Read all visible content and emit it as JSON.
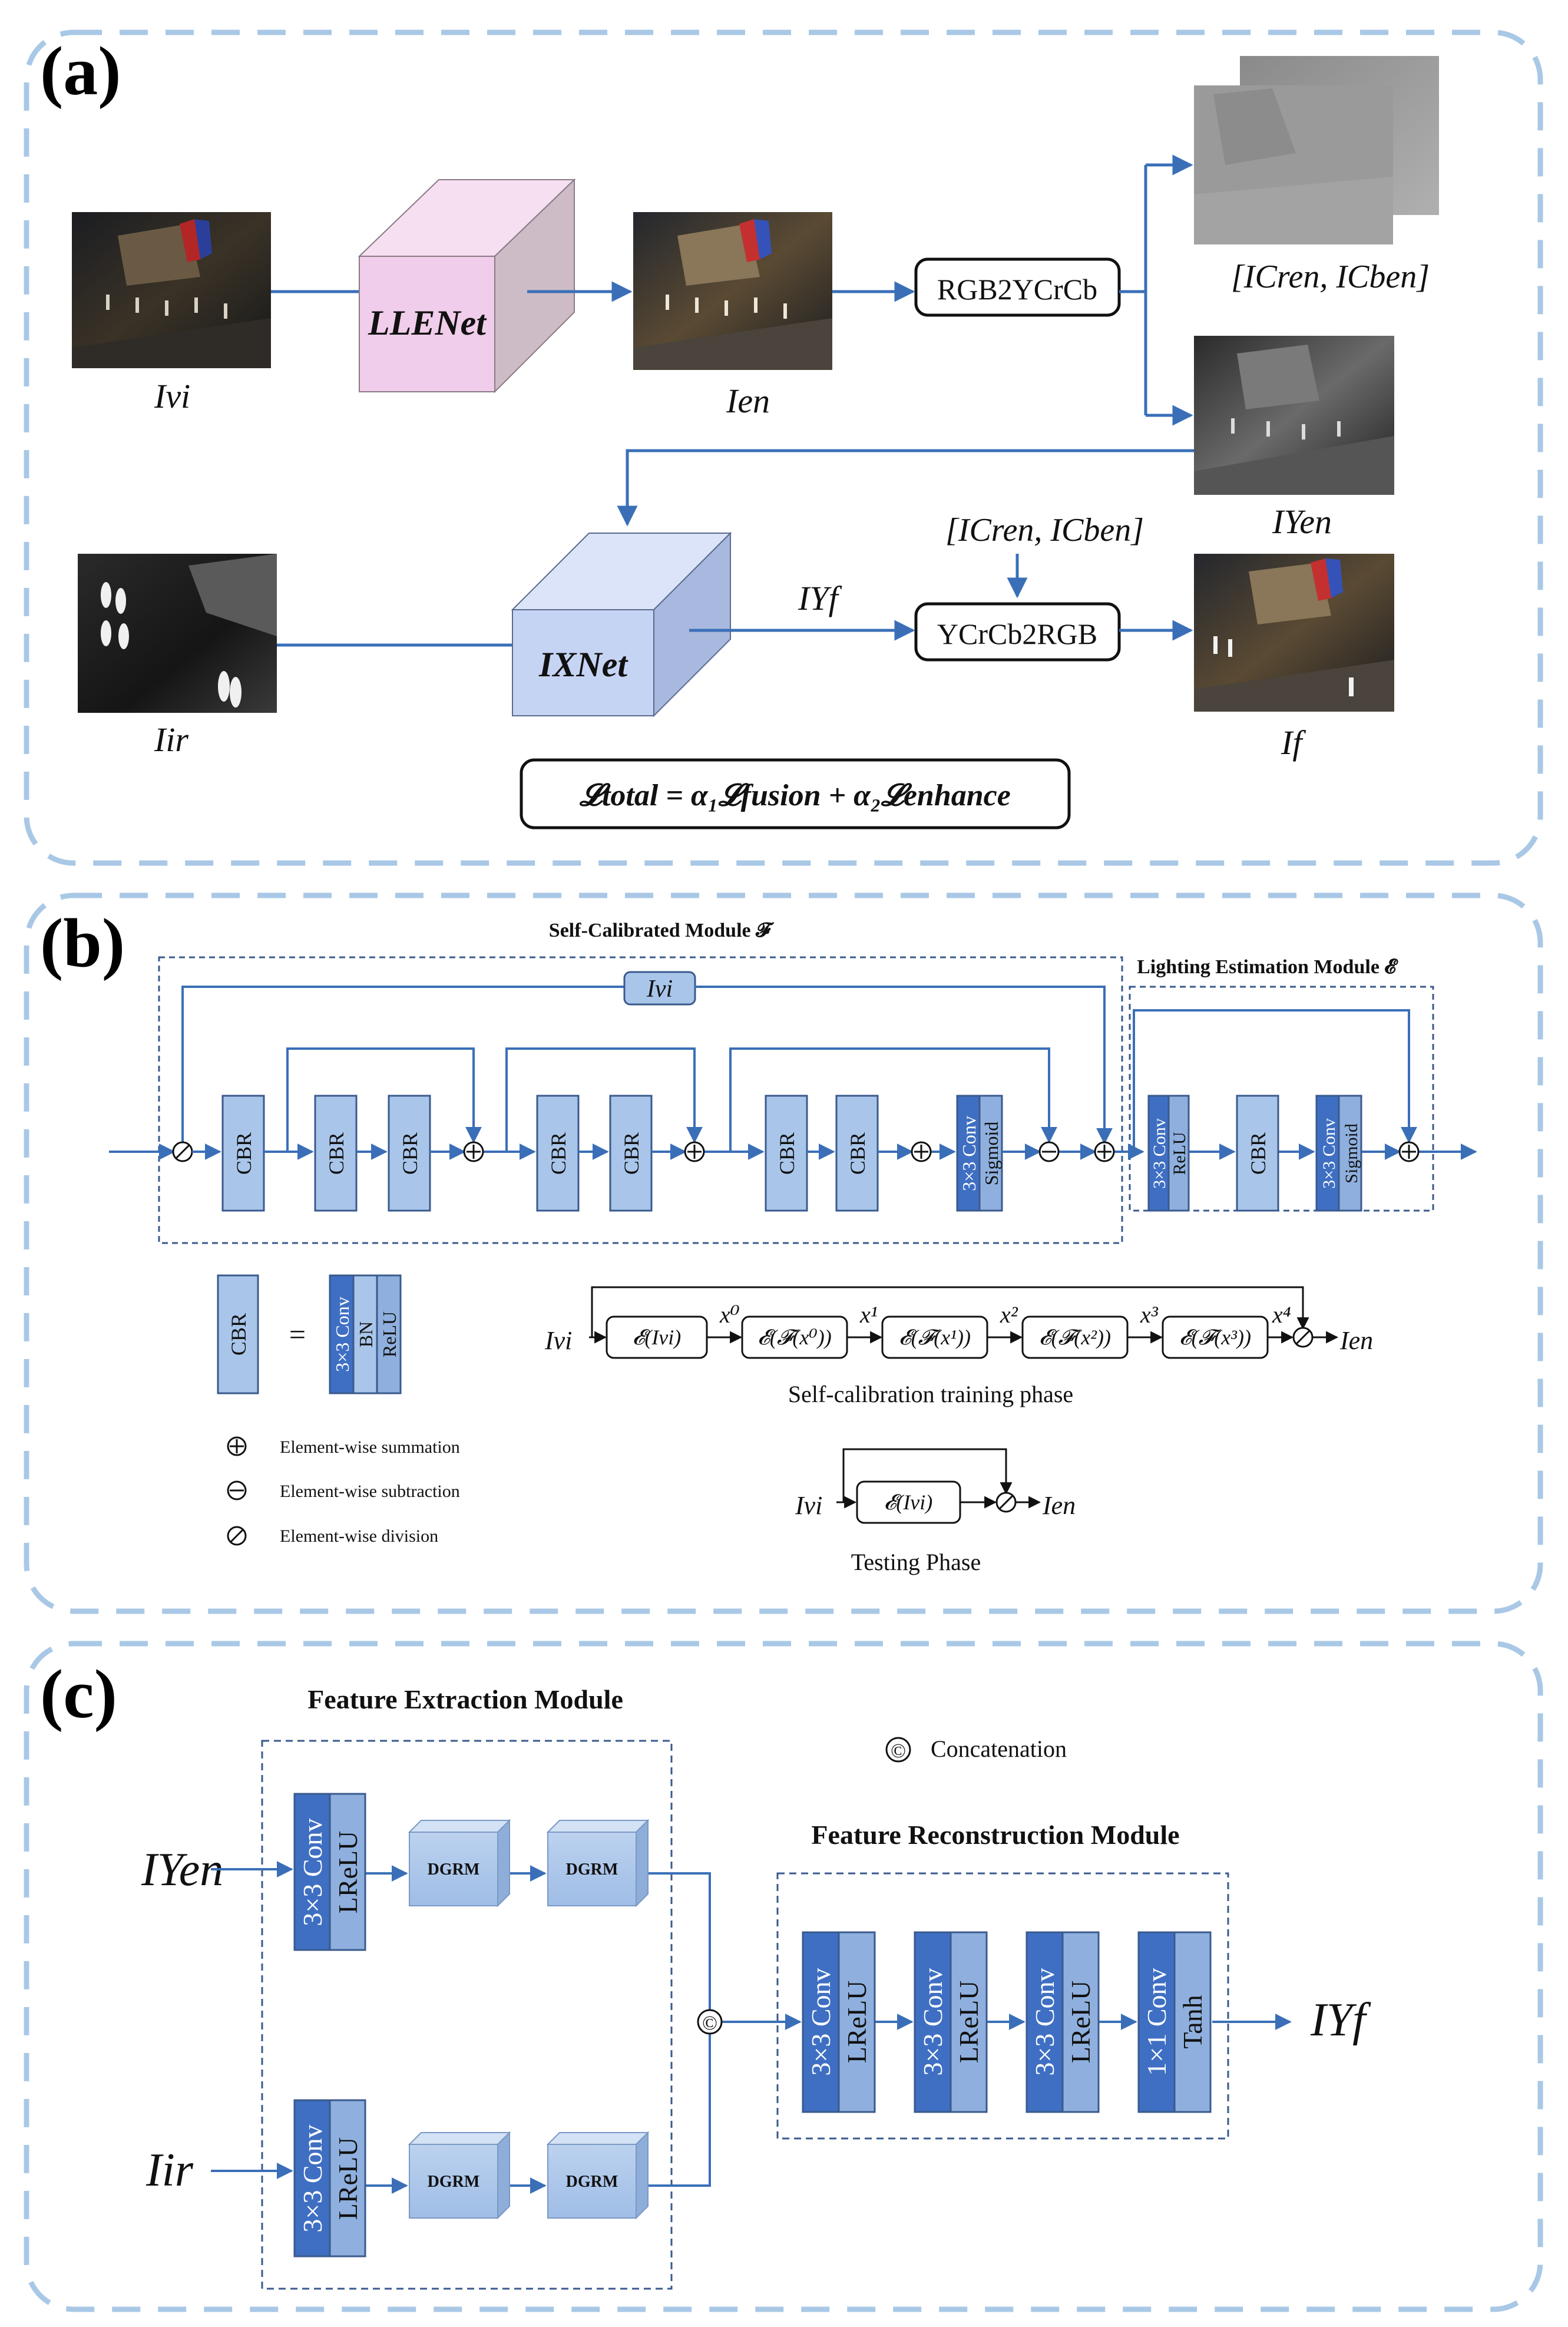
{
  "panel_a": {
    "letter": "(a)",
    "llenet": "LLENet",
    "ixnet": "IXNet",
    "rgb2ycrcb": "RGB2YCrCb",
    "ycrcb2rgb": "YCrCb2RGB",
    "loss": "𝓛total = α₁𝓛fusion + α₂𝓛enhance",
    "labels": {
      "i_vi": "Ivi",
      "i_en": "Ien",
      "i_ir": "Iir",
      "i_f": "If",
      "i_en_y": "IYen",
      "i_f_y": "IYf",
      "crcb_top": "[ICren, ICben]",
      "crcb_mid": "[ICren, ICben]"
    },
    "images": [
      "visible-image-icon",
      "enhanced-image-icon",
      "infrared-image-icon",
      "fused-image-icon",
      "crcb-channels-icon",
      "y-channel-icon"
    ]
  },
  "panel_b": {
    "letter": "(b)",
    "scm_title": "Self-Calibrated Module 𝓕",
    "lem_title": "Lighting Estimation Module 𝓔",
    "ivi_tag": "Ivi",
    "cbr": "CBR",
    "conv3": "3×3 Conv",
    "sigmoid": "Sigmoid",
    "relu": "ReLU",
    "bn": "BN",
    "equals": "=",
    "legend": [
      {
        "symbol": "⊕",
        "text": "Element-wise summation"
      },
      {
        "symbol": "⊖",
        "text": "Element-wise subtraction"
      },
      {
        "symbol": "⊘",
        "text": "Element-wise division"
      }
    ],
    "train_boxes": [
      "𝓔(Ivi)",
      "𝓔(𝓕(x⁰))",
      "𝓔(𝓕(x¹))",
      "𝓔(𝓕(x²))",
      "𝓔(𝓕(x³))"
    ],
    "train_x": [
      "x⁰",
      "x¹",
      "x²",
      "x³",
      "x⁴"
    ],
    "train_in": "Ivi",
    "train_out": "Ien",
    "train_caption": "Self-calibration training phase",
    "test_box": "𝓔(Ivi)",
    "test_in": "Ivi",
    "test_out": "Ien",
    "test_caption": "Testing Phase"
  },
  "panel_c": {
    "letter": "(c)",
    "fem_title": "Feature Extraction Module",
    "frm_title": "Feature Reconstruction Module",
    "concat_symbol": "©",
    "concat_legend": "Concatenation",
    "conv3": "3×3 Conv",
    "conv1": "1×1 Conv",
    "lrelu": "LReLU",
    "tanh": "Tanh",
    "dgrm": "DGRM",
    "in_en": "IYen",
    "in_ir": "Iir",
    "out_f": "IYf"
  },
  "colors": {
    "dash_border": "#a9c8e6",
    "arrow": "#3a6fb8",
    "dark_blue": "#3f6fc2",
    "mid_blue": "#8fb0de",
    "light_blue": "#a9c6ea",
    "llenet_face": "#f0cdea",
    "ixnet_face": "#c6d4f4"
  }
}
